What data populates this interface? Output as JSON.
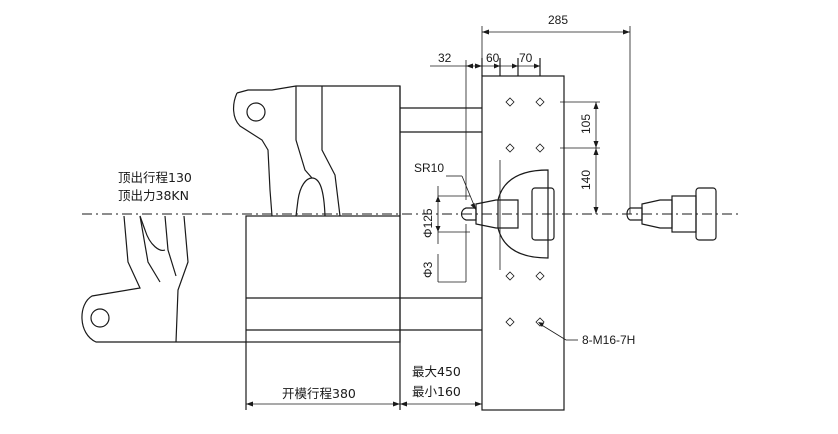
{
  "labels": {
    "dim_285": "285",
    "dim_32": "32",
    "dim_60": "60",
    "dim_70": "70",
    "dim_105": "105",
    "dim_140": "140",
    "sr10": "SR10",
    "phi125": "Φ125",
    "phi3": "Φ3",
    "ejector_stroke": "顶出行程130",
    "ejector_force": "顶出力38KN",
    "thread": "8-M16-7H",
    "open_stroke": "开模行程380",
    "max_daylight": "最大450",
    "min_daylight": "最小160"
  },
  "colors": {
    "line": "#1a1a1a",
    "background": "#ffffff"
  }
}
